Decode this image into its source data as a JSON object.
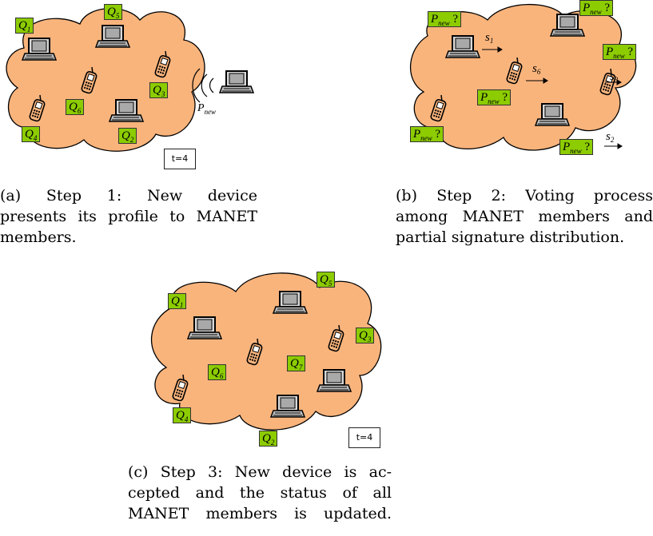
{
  "panels": {
    "a": {
      "labels": {
        "q1": "Q",
        "q1s": "1",
        "q2": "Q",
        "q2s": "2",
        "q3": "Q",
        "q3s": "3",
        "q4": "Q",
        "q4s": "4",
        "q5": "Q",
        "q5s": "5",
        "q6": "Q",
        "q6s": "6"
      },
      "pnew": "P",
      "pnew_sub": "new",
      "time": "t=4",
      "caption": {
        "l1": "(a) Step 1: New device",
        "l2": "presents its profile to MANET",
        "l3": "members."
      }
    },
    "b": {
      "pnew": "P",
      "pnew_sub": "new",
      "q": "?",
      "signatures": {
        "s1": "s",
        "s1s": "1",
        "s2": "s",
        "s2s": "2",
        "s3": "s",
        "s3s": "3",
        "s6": "s",
        "s6s": "6"
      },
      "caption": {
        "l1": "(b) Step 2: Voting process",
        "l2": "among MANET members and",
        "l3": "partial signature distribution."
      }
    },
    "c": {
      "labels": {
        "q1": "Q",
        "q1s": "1",
        "q2": "Q",
        "q2s": "2",
        "q3": "Q",
        "q3s": "3",
        "q4": "Q",
        "q4s": "4",
        "q5": "Q",
        "q5s": "5",
        "q6": "Q",
        "q6s": "6",
        "q7": "Q",
        "q7s": "7"
      },
      "time": "t=4",
      "caption": {
        "l1": "(c) Step 3: New device is ac-",
        "l2": "cepted and the status of all",
        "l3": "MANET members is updated."
      }
    }
  },
  "colors": {
    "cloud": "#f9b47c",
    "label": "#8ccc00"
  }
}
